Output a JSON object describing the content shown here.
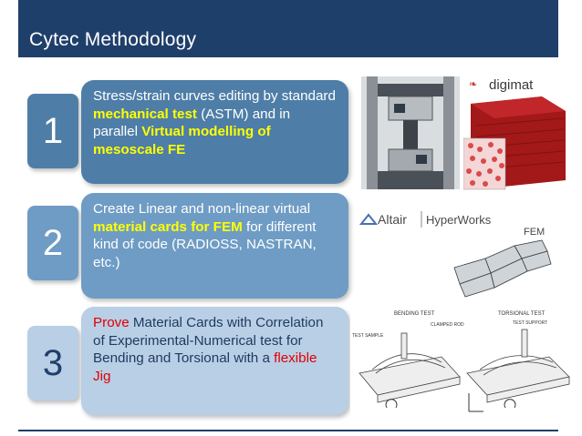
{
  "slide": {
    "title": "Cytec Methodology"
  },
  "steps": [
    {
      "number": "1",
      "segments": [
        {
          "text": "Stress/strain curves editing by standard ",
          "style": "normal"
        },
        {
          "text": "mechanical test",
          "style": "yellow-bold"
        },
        {
          "text": " (ASTM) and in parallel  ",
          "style": "normal"
        },
        {
          "text": "Virtual modelling of mesoscale FE",
          "style": "yellow-bold"
        }
      ]
    },
    {
      "number": "2",
      "segments": [
        {
          "text": "Create Linear and non-linear virtual ",
          "style": "normal"
        },
        {
          "text": "material cards for FEM",
          "style": "yellow-bold"
        },
        {
          "text": " for different kind of code (RADIOSS, NASTRAN, etc.)",
          "style": "normal"
        }
      ]
    },
    {
      "number": "3",
      "segments": [
        {
          "text": "Prove",
          "style": "red"
        },
        {
          "text": " Material Cards with Correlation of Experimental-Numerical test for Bending and Torsional with a ",
          "style": "normal"
        },
        {
          "text": "flexible Jig",
          "style": "red"
        }
      ]
    }
  ],
  "illustrations": {
    "digimat_logo": "digimat",
    "altair_logo": "Altair",
    "hyperworks_logo": "HyperWorks",
    "fem_label": "FEM",
    "bending_label": "BENDING TEST",
    "torsional_label": "TORSIONAL TEST",
    "test_sample_label": "TEST SAMPLE",
    "clamped_rod_label": "CLAMPED ROD",
    "test_support_label": "TEST SUPPORT"
  },
  "colors": {
    "title_bar": "#1f3f6b",
    "step1": "#4e7ea7",
    "step2": "#6e9cc4",
    "step3": "#b8cfe6",
    "highlight_yellow": "#ffff00",
    "highlight_red": "#e00000"
  }
}
